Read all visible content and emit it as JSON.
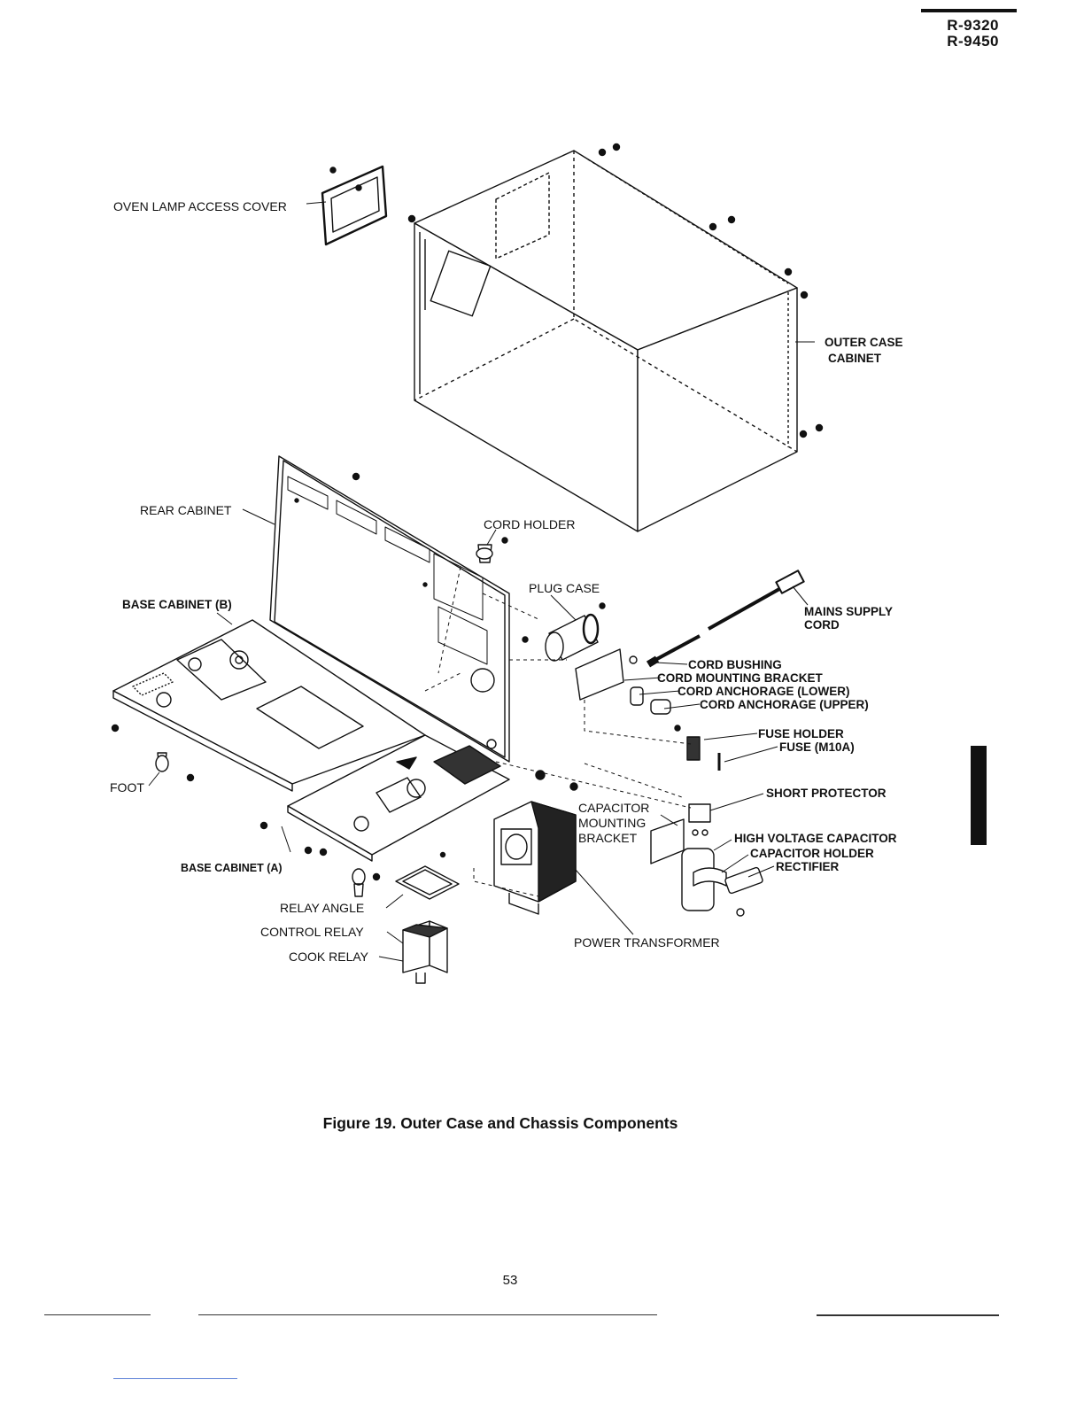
{
  "header": {
    "model_1": "R-9320",
    "model_2": "R-9450"
  },
  "labels": {
    "oven_lamp_access_cover": "OVEN LAMP ACCESS COVER",
    "outer_case_cabinet_1": "OUTER CASE",
    "outer_case_cabinet_2": "CABINET",
    "rear_cabinet": "REAR CABINET",
    "cord_holder": "CORD HOLDER",
    "plug_case": "PLUG CASE",
    "base_cabinet_b": "BASE CABINET (B)",
    "mains_supply_cord_1": "MAINS SUPPLY",
    "mains_supply_cord_2": "CORD",
    "cord_bushing": "CORD BUSHING",
    "cord_mounting_bracket": "CORD MOUNTING BRACKET",
    "cord_anchorage_lower": "CORD ANCHORAGE (LOWER)",
    "cord_anchorage_upper": "CORD ANCHORAGE (UPPER)",
    "fuse_holder": "FUSE HOLDER",
    "fuse": "FUSE (M10A)",
    "foot": "FOOT",
    "short_protector": "SHORT PROTECTOR",
    "capacitor_mounting_bracket_1": "CAPACITOR",
    "capacitor_mounting_bracket_2": "MOUNTING",
    "capacitor_mounting_bracket_3": "BRACKET",
    "high_voltage_capacitor": "HIGH VOLTAGE CAPACITOR",
    "capacitor_holder": "CAPACITOR HOLDER",
    "rectifier": "RECTIFIER",
    "base_cabinet_a": "BASE CABINET (A)",
    "relay_angle": "RELAY ANGLE",
    "control_relay": "CONTROL RELAY",
    "cook_relay": "COOK RELAY",
    "power_transformer": "POWER TRANSFORMER"
  },
  "caption": "Figure 19. Outer Case and Chassis Components",
  "page_number": "53"
}
